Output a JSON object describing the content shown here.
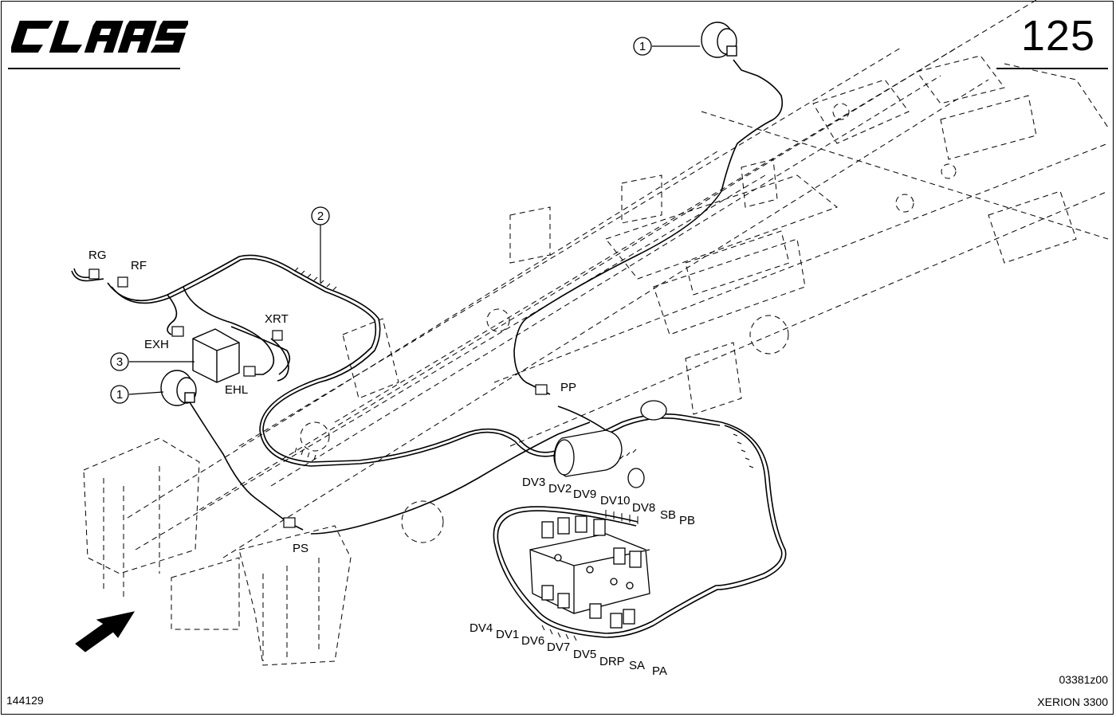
{
  "header": {
    "brand": "CLAAS",
    "page_number": "125"
  },
  "callouts": [
    {
      "id": "callout-1-top",
      "number": "1"
    },
    {
      "id": "callout-1-left",
      "number": "1"
    },
    {
      "id": "callout-2",
      "number": "2"
    },
    {
      "id": "callout-3",
      "number": "3"
    }
  ],
  "connector_labels": {
    "RG": "RG",
    "RF": "RF",
    "XRT": "XRT",
    "EXH": "EXH",
    "EHL": "EHL",
    "PP": "PP",
    "PS": "PS",
    "DV3": "DV3",
    "DV2": "DV2",
    "DV9": "DV9",
    "DV10": "DV10",
    "DV8": "DV8",
    "SB": "SB",
    "PB": "PB",
    "DV4": "DV4",
    "DV1": "DV1",
    "DV6": "DV6",
    "DV7": "DV7",
    "DV5": "DV5",
    "DRP": "DRP",
    "SA": "SA",
    "PA": "PA"
  },
  "footer": {
    "drawing_number": "03381z00",
    "doc_number": "144129",
    "model": "XERION 3300"
  }
}
